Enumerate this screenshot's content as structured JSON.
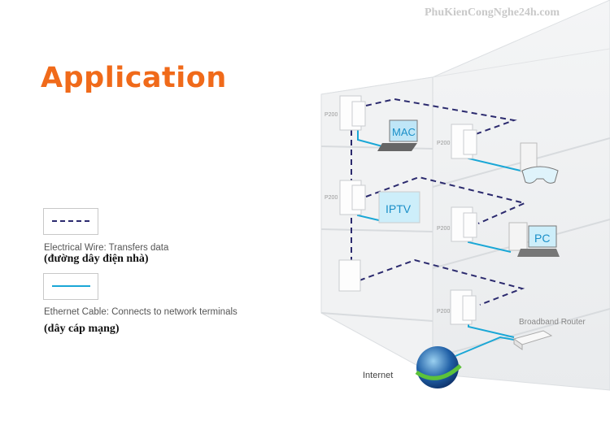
{
  "title": "Application",
  "watermark": "PhuKienCongNghe24h.com",
  "legend": [
    {
      "label": "Electrical Wire: Transfers data",
      "translation": "(đường dây điện nhà)",
      "style": "dashed",
      "color": "#2b2a6e"
    },
    {
      "label": "Ethernet Cable: Connects to network terminals",
      "translation": "(dây cáp mạng)",
      "style": "solid",
      "color": "#1aa7d6"
    }
  ],
  "diagram": {
    "adapter_label": "P200",
    "devices": {
      "mac": "MAC",
      "iptv": "IPTV",
      "pc": "PC"
    },
    "router_label": "Broadband Router",
    "internet_label": "Internet"
  },
  "colors": {
    "accent": "#f06a1a",
    "wire": "#2b2a6e",
    "cable": "#1aa7d6"
  }
}
